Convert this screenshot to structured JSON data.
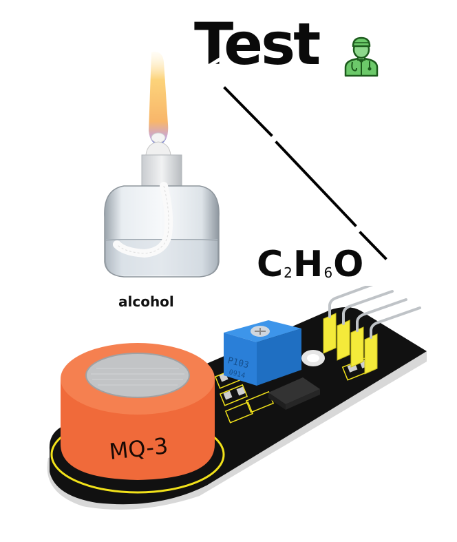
{
  "title": {
    "text": "Test",
    "icon": "doctor-icon"
  },
  "formula": {
    "c": "C",
    "c_count": "2",
    "h": "H",
    "h_count": "6",
    "o": "O"
  },
  "lamp": {
    "label": "alcohol",
    "icon": "alcohol-lamp"
  },
  "sensor": {
    "model": "MQ-3",
    "potentiometer_label": "P103",
    "potentiometer_code": "0914",
    "pin_count": 4
  },
  "colors": {
    "text": "#0a0a0a",
    "doctor_green": "#6cc96a",
    "doctor_green_dark": "#1c5a1c",
    "sensor_orange": "#f06a3a",
    "pcb_black": "#111111",
    "pcb_yellow": "#f2e21a",
    "pot_blue": "#2a7fd8",
    "header_yellow": "#f4ea3a"
  }
}
